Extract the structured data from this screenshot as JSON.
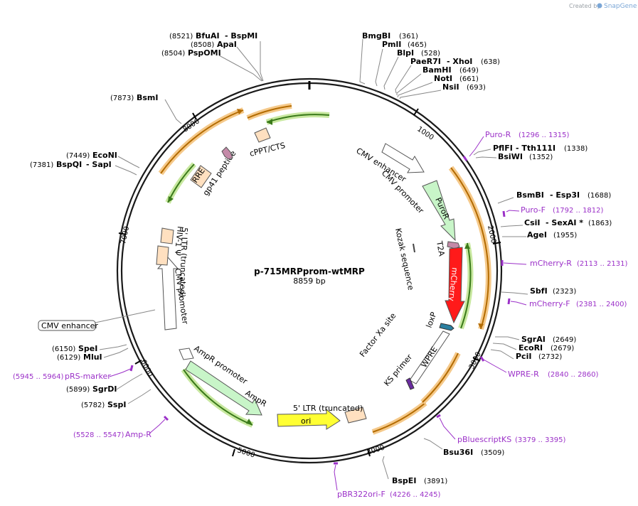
{
  "credit": {
    "prefix": "Created by",
    "brand": "SnapGene"
  },
  "plasmid": {
    "name": "p-715MRPprom-wtMRP",
    "size": "8859 bp"
  },
  "ticks": [
    "1000",
    "2000",
    "3000",
    "4000",
    "5000",
    "6000",
    "7000",
    "8000"
  ],
  "sites_right": [
    {
      "name": "BmgBI",
      "pos": "(361)"
    },
    {
      "name": "PmlI",
      "pos": "(465)"
    },
    {
      "name": "BlpI",
      "pos": "(528)"
    },
    {
      "name": "PaeR7I",
      "name2": "- XhoI",
      "pos": "(638)"
    },
    {
      "name": "BamHI",
      "pos": "(649)"
    },
    {
      "name": "NotI",
      "pos": "(661)"
    },
    {
      "name": "NsiI",
      "pos": "(693)"
    },
    {
      "name": "PflFI",
      "name2": "- Tth111I",
      "pos": "(1338)"
    },
    {
      "name": "BsiWI",
      "pos": "(1352)"
    },
    {
      "name": "BsmBI",
      "name2": "- Esp3I",
      "pos": "(1688)"
    },
    {
      "name": "CsiI",
      "name2": "- SexAI *",
      "pos": "(1863)"
    },
    {
      "name": "AgeI",
      "pos": "(1955)"
    },
    {
      "name": "SbfI",
      "pos": "(2323)"
    },
    {
      "name": "SgrAI",
      "pos": "(2649)"
    },
    {
      "name": "EcoRI",
      "pos": "(2679)"
    },
    {
      "name": "PciI",
      "pos": "(2732)"
    },
    {
      "name": "Bsu36I",
      "pos": "(3509)"
    },
    {
      "name": "BspEI",
      "pos": "(3891)"
    }
  ],
  "sites_left": [
    {
      "pos": "(8521)",
      "name": "BfuAI",
      "name2": "- BspMI"
    },
    {
      "pos": "(8508)",
      "name": "ApaI"
    },
    {
      "pos": "(8504)",
      "name": "PspOMI"
    },
    {
      "pos": "(7873)",
      "name": "BsmI"
    },
    {
      "pos": "(7449)",
      "name": "EcoNI"
    },
    {
      "pos": "(7381)",
      "name": "BspQI",
      "name2": "- SapI"
    },
    {
      "pos": "(6150)",
      "name": "SpeI"
    },
    {
      "pos": "(6129)",
      "name": "MluI"
    },
    {
      "pos": "(5899)",
      "name": "SgrDI"
    },
    {
      "pos": "(5782)",
      "name": "SspI"
    }
  ],
  "primers": [
    {
      "name": "Puro-R",
      "range": "(1296 .. 1315)"
    },
    {
      "name": "Puro-F",
      "range": "(1792 .. 1812)"
    },
    {
      "name": "mCherry-R",
      "range": "(2113 .. 2131)"
    },
    {
      "name": "mCherry-F",
      "range": "(2381 .. 2400)"
    },
    {
      "name": "WPRE-R",
      "range": "(2840 .. 2860)"
    },
    {
      "name": "pBluescriptKS",
      "range": "(3379 .. 3395)"
    },
    {
      "name": "pBR322ori-F",
      "range": "(4226 .. 4245)"
    },
    {
      "name": "pRS-marker",
      "range": "(5945 .. 5964)"
    },
    {
      "name": "Amp-R",
      "range": "(5528 .. 5547)"
    }
  ],
  "features": {
    "cmv_enhancer_top": "CMV enhancer",
    "cmv_promoter_top": "CMV promoter",
    "puror": "PuroR",
    "kozak": "Kozak sequence",
    "t2a": "T2A",
    "mcherry": "mCherry",
    "loxp": "loxP",
    "factor_xa": "Factor Xa site",
    "wpre": "WPRE",
    "ks_primer": "KS primer",
    "ltr3": "5' LTR (truncated)",
    "ori": "ori",
    "ampr": "AmpR",
    "ampr_promoter": "AmpR promoter",
    "cmv_enhancer_box": "CMV enhancer",
    "cmv_promoter_left": "CMV promoter",
    "ltr5": "5' LTR (truncated)",
    "hiv_psi": "HIV-1 Ψ",
    "rre": "RRE",
    "gp41": "gp41 peptide",
    "cppt": "cPPT/CTS"
  },
  "colors": {
    "backbone": "#1a1a1a",
    "orf_highlight": "#f5c98a",
    "orf_line": "#b36b00",
    "green_highlight": "#c8e8a0",
    "green_line": "#3a7a1a",
    "puror_fill": "#c8f5c8",
    "mcherry_fill": "#ff1a1a",
    "ori_fill": "#ffff33",
    "ltr_fill": "#ffe0c0",
    "primer": "#9b30c8",
    "peptide": "#c48aa8"
  }
}
